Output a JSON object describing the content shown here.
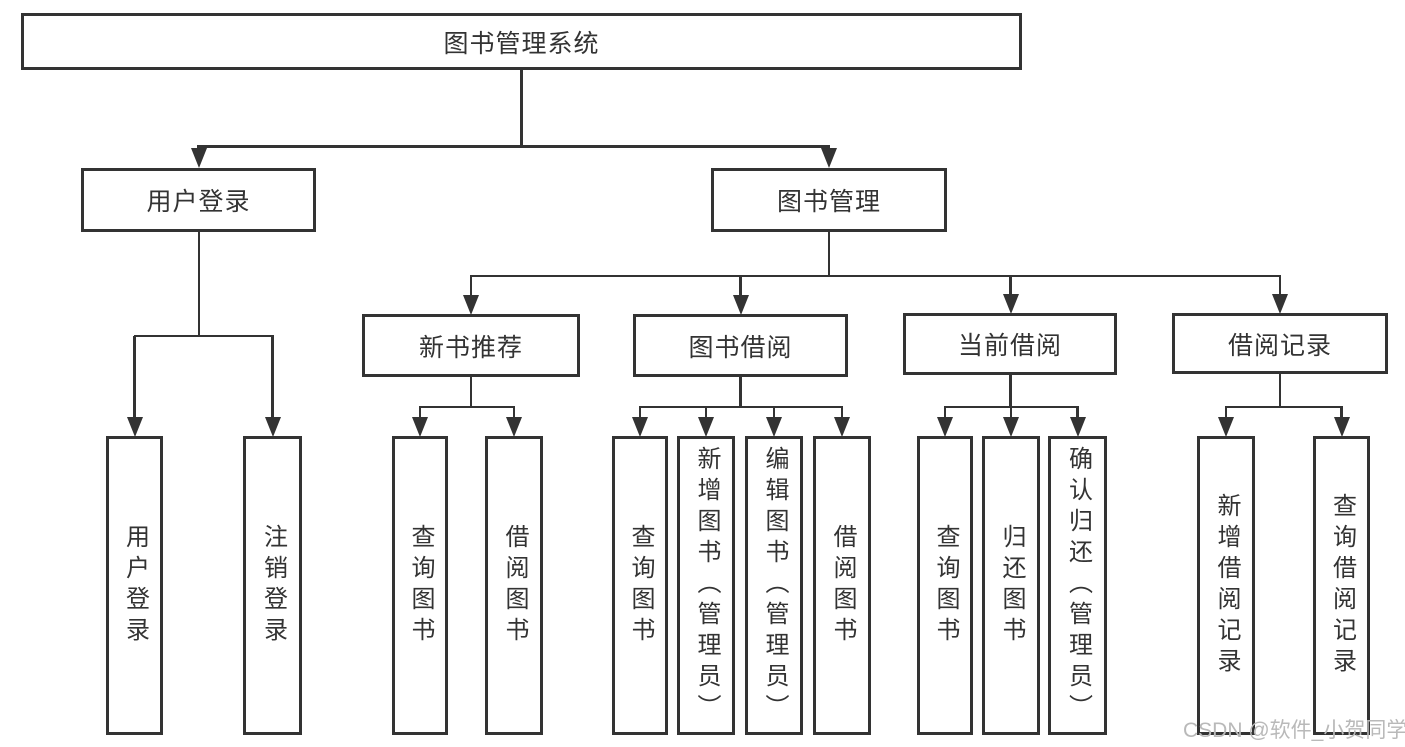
{
  "diagram": {
    "root": "图书管理系统",
    "level2": [
      "用户登录",
      "图书管理"
    ],
    "level3": [
      "新书推荐",
      "图书借阅",
      "当前借阅",
      "借阅记录"
    ],
    "leaves_user_login": [
      "用户登录",
      "注销登录"
    ],
    "leaves_new_book": [
      "查询图书",
      "借阅图书"
    ],
    "leaves_book_borrow": [
      "查询图书",
      "新增图书（管理员）",
      "编辑图书（管理员）",
      "借阅图书"
    ],
    "leaves_current_borrow": [
      "查询图书",
      "归还图书",
      "确认归还（管理员）"
    ],
    "leaves_borrow_record": [
      "新增借阅记录",
      "查询借阅记录"
    ]
  },
  "watermark": "CSDN @软件_小贺同学",
  "colors": {
    "line": "#333333",
    "text": "#333333",
    "watermark": "#b9b9b9",
    "background": "#ffffff"
  }
}
